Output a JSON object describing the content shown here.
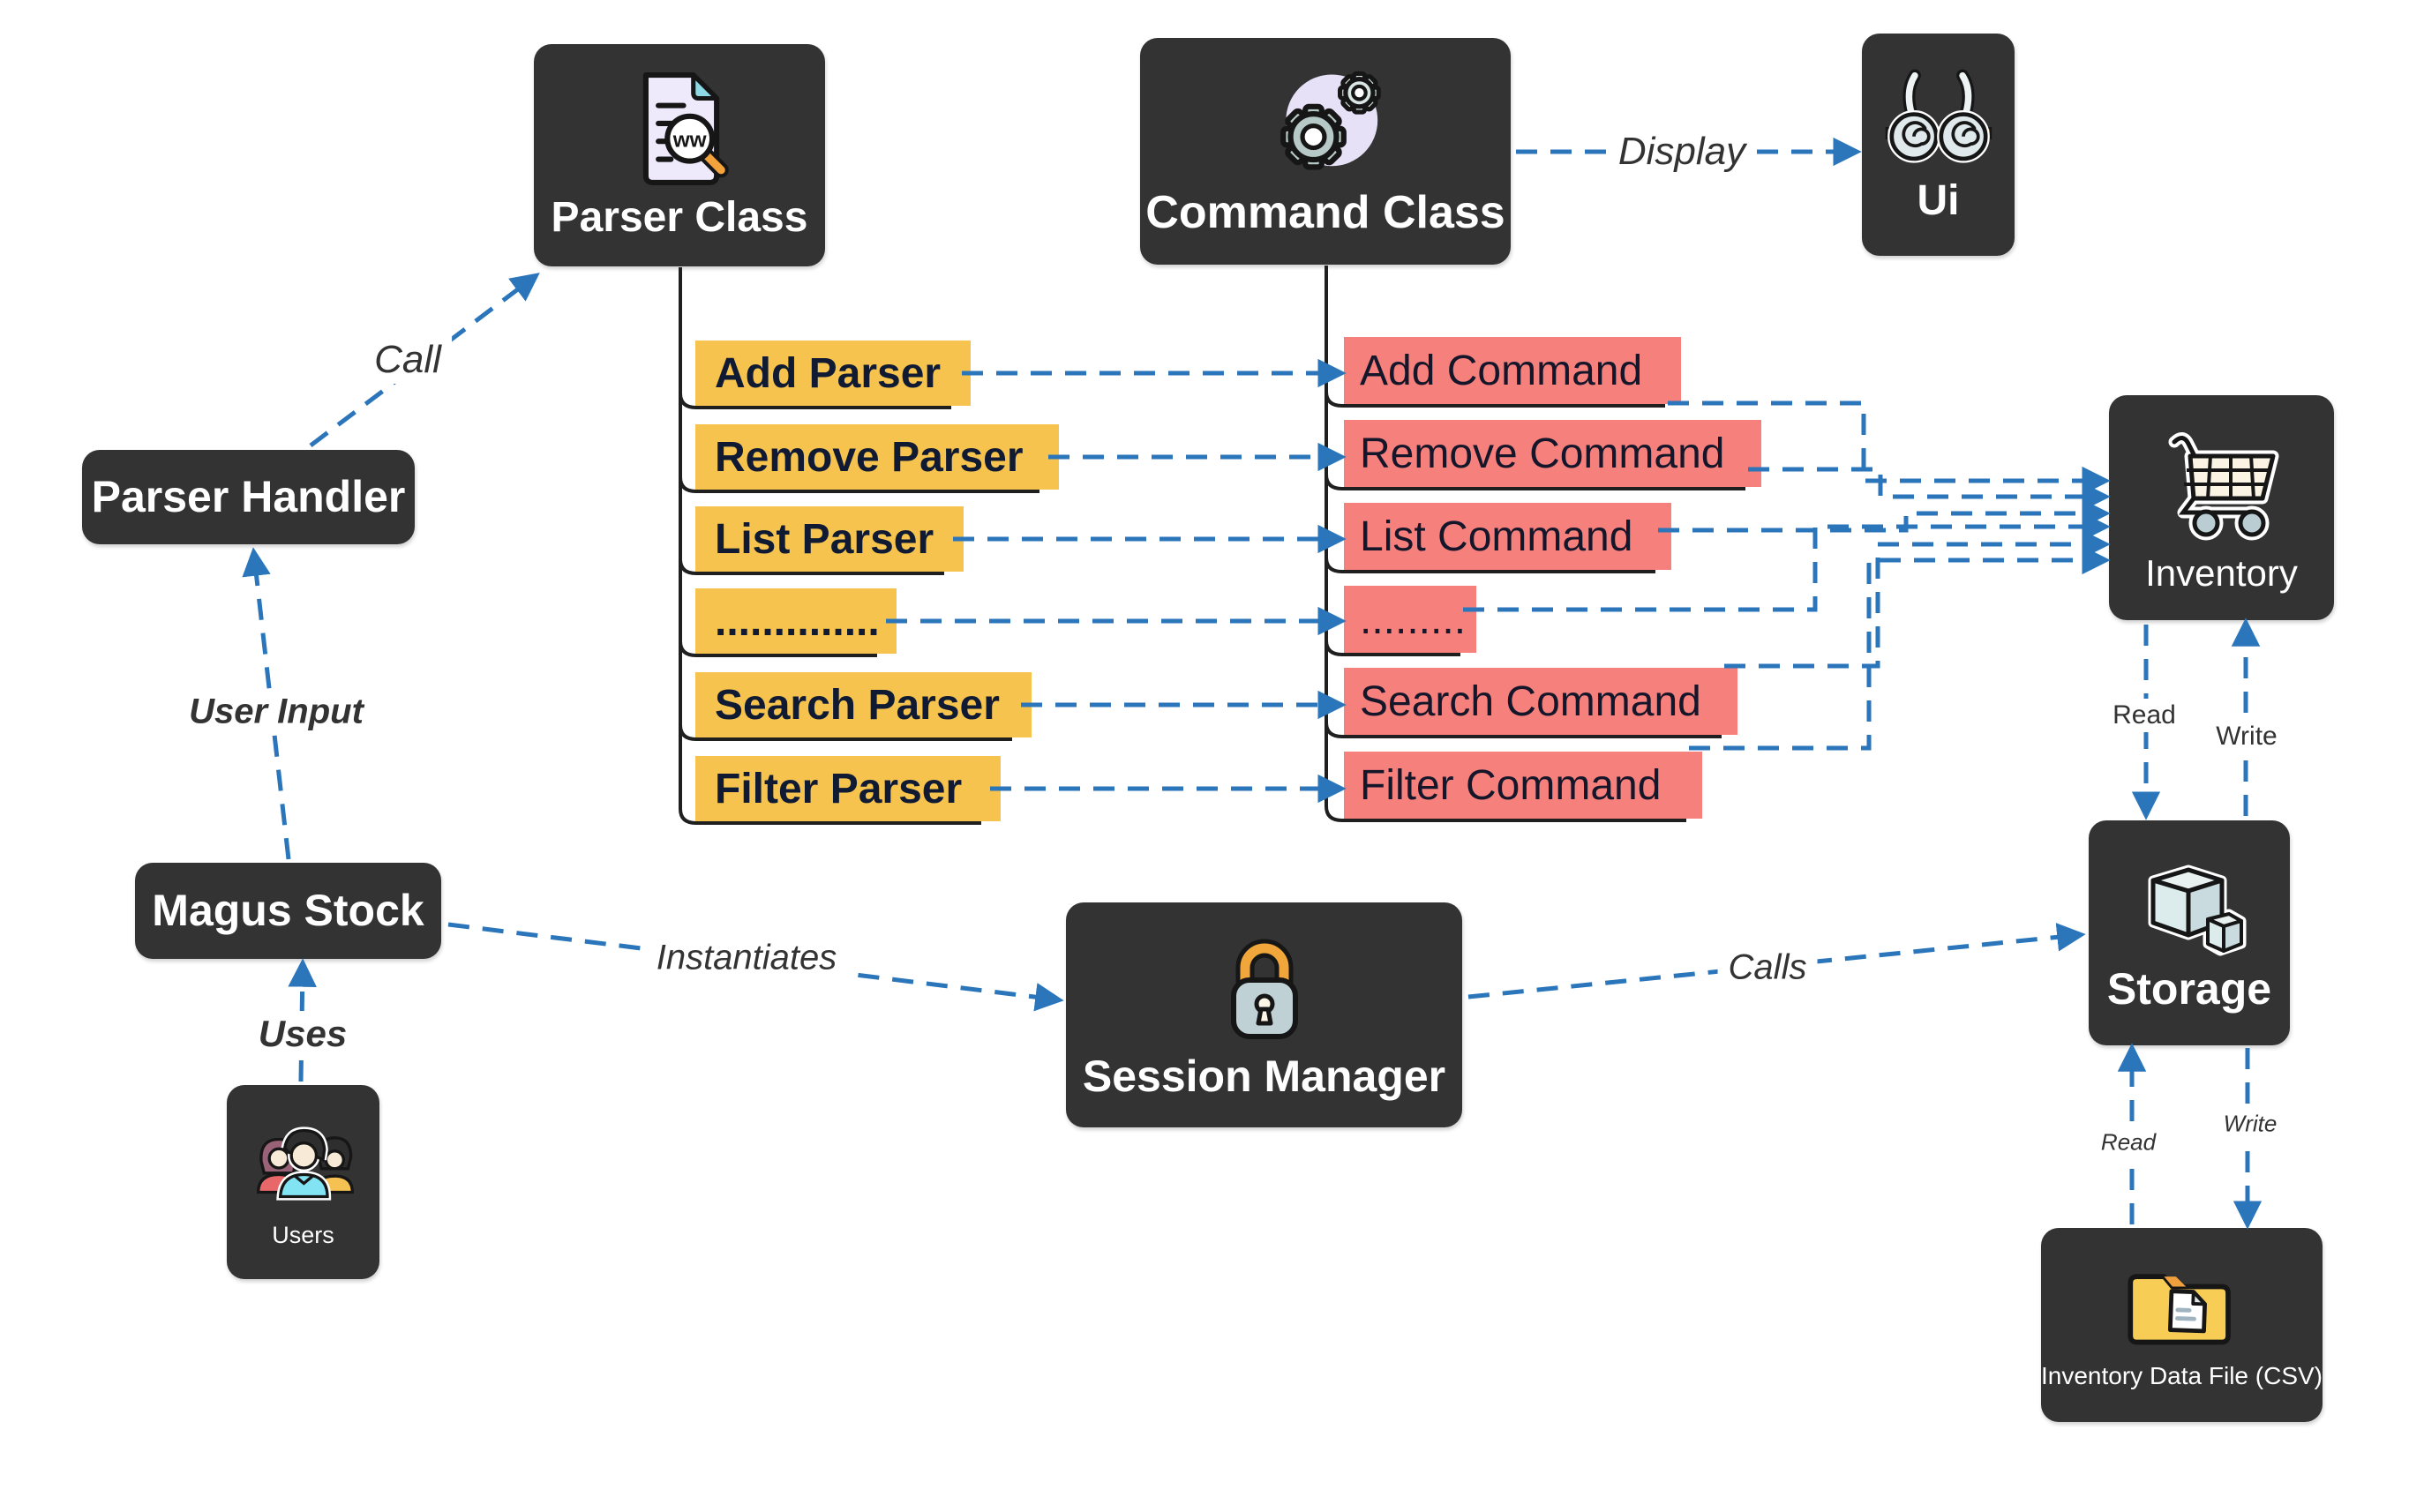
{
  "nodes": {
    "parser_class": {
      "label": "Parser Class",
      "icon_text": "ww"
    },
    "command_class": {
      "label": "Command Class"
    },
    "ui": {
      "label": "Ui"
    },
    "parser_handler": {
      "label": "Parser Handler"
    },
    "magus_stock": {
      "label": "Magus Stock"
    },
    "users": {
      "label": "Users"
    },
    "session_manager": {
      "label": "Session Manager"
    },
    "inventory": {
      "label": "Inventory"
    },
    "storage": {
      "label": "Storage"
    },
    "inventory_data_file": {
      "label": "Inventory Data File (CSV)"
    }
  },
  "parser_items": [
    {
      "label": "Add Parser"
    },
    {
      "label": "Remove Parser"
    },
    {
      "label": "List Parser"
    },
    {
      "label": ".............."
    },
    {
      "label": "Search Parser"
    },
    {
      "label": "Filter Parser"
    }
  ],
  "command_items": [
    {
      "label": "Add Command"
    },
    {
      "label": "Remove Command"
    },
    {
      "label": "List Command"
    },
    {
      "label": "........."
    },
    {
      "label": "Search Command"
    },
    {
      "label": "Filter Command"
    }
  ],
  "edge_labels": {
    "call": "Call",
    "user_input": "User Input",
    "uses": "Uses",
    "instantiates": "Instantiates",
    "display": "Display",
    "calls": "Calls",
    "read_inventory_storage": "Read",
    "write_storage_inventory": "Write",
    "read_file_storage": "Read",
    "write_storage_file": "Write"
  },
  "colors": {
    "node_dark": "#333333",
    "parser_item_bg": "#f6c44e",
    "command_item_bg": "#f5807c",
    "connector_blue": "#2b76bb",
    "line_dark": "#1f1f1f",
    "background": "#ffffff",
    "parser_item_text": "#101b33",
    "command_item_text": "#16162a",
    "edge_label_text": "#333333"
  }
}
